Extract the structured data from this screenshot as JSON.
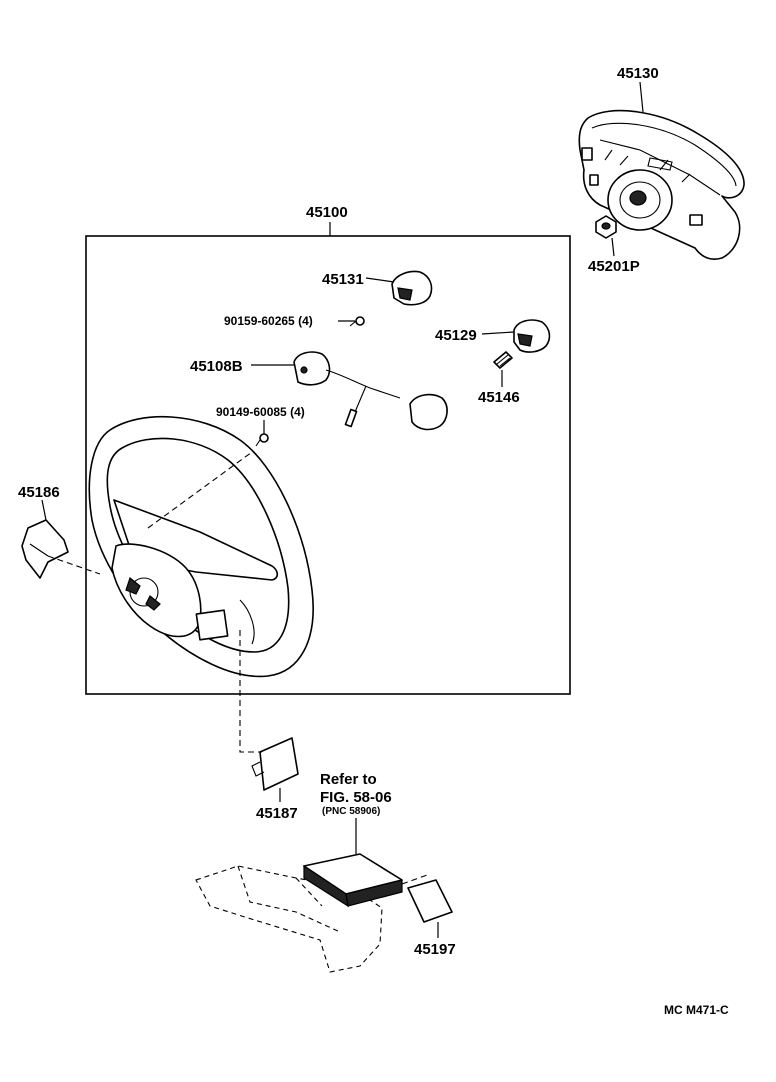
{
  "parts": {
    "p45130": "45130",
    "p45201p": "45201P",
    "p45100": "45100",
    "p45131": "45131",
    "p90159": "90159-60265 (4)",
    "p45129": "45129",
    "p45108b": "45108B",
    "p45146": "45146",
    "p90149": "90149-60085 (4)",
    "p45186": "45186",
    "p45187": "45187",
    "p45197": "45197"
  },
  "reference": {
    "line1": "Refer to",
    "line2": "FIG. 58-06",
    "line3": "(PNC 58906)"
  },
  "figure_code": "MC M471-C"
}
